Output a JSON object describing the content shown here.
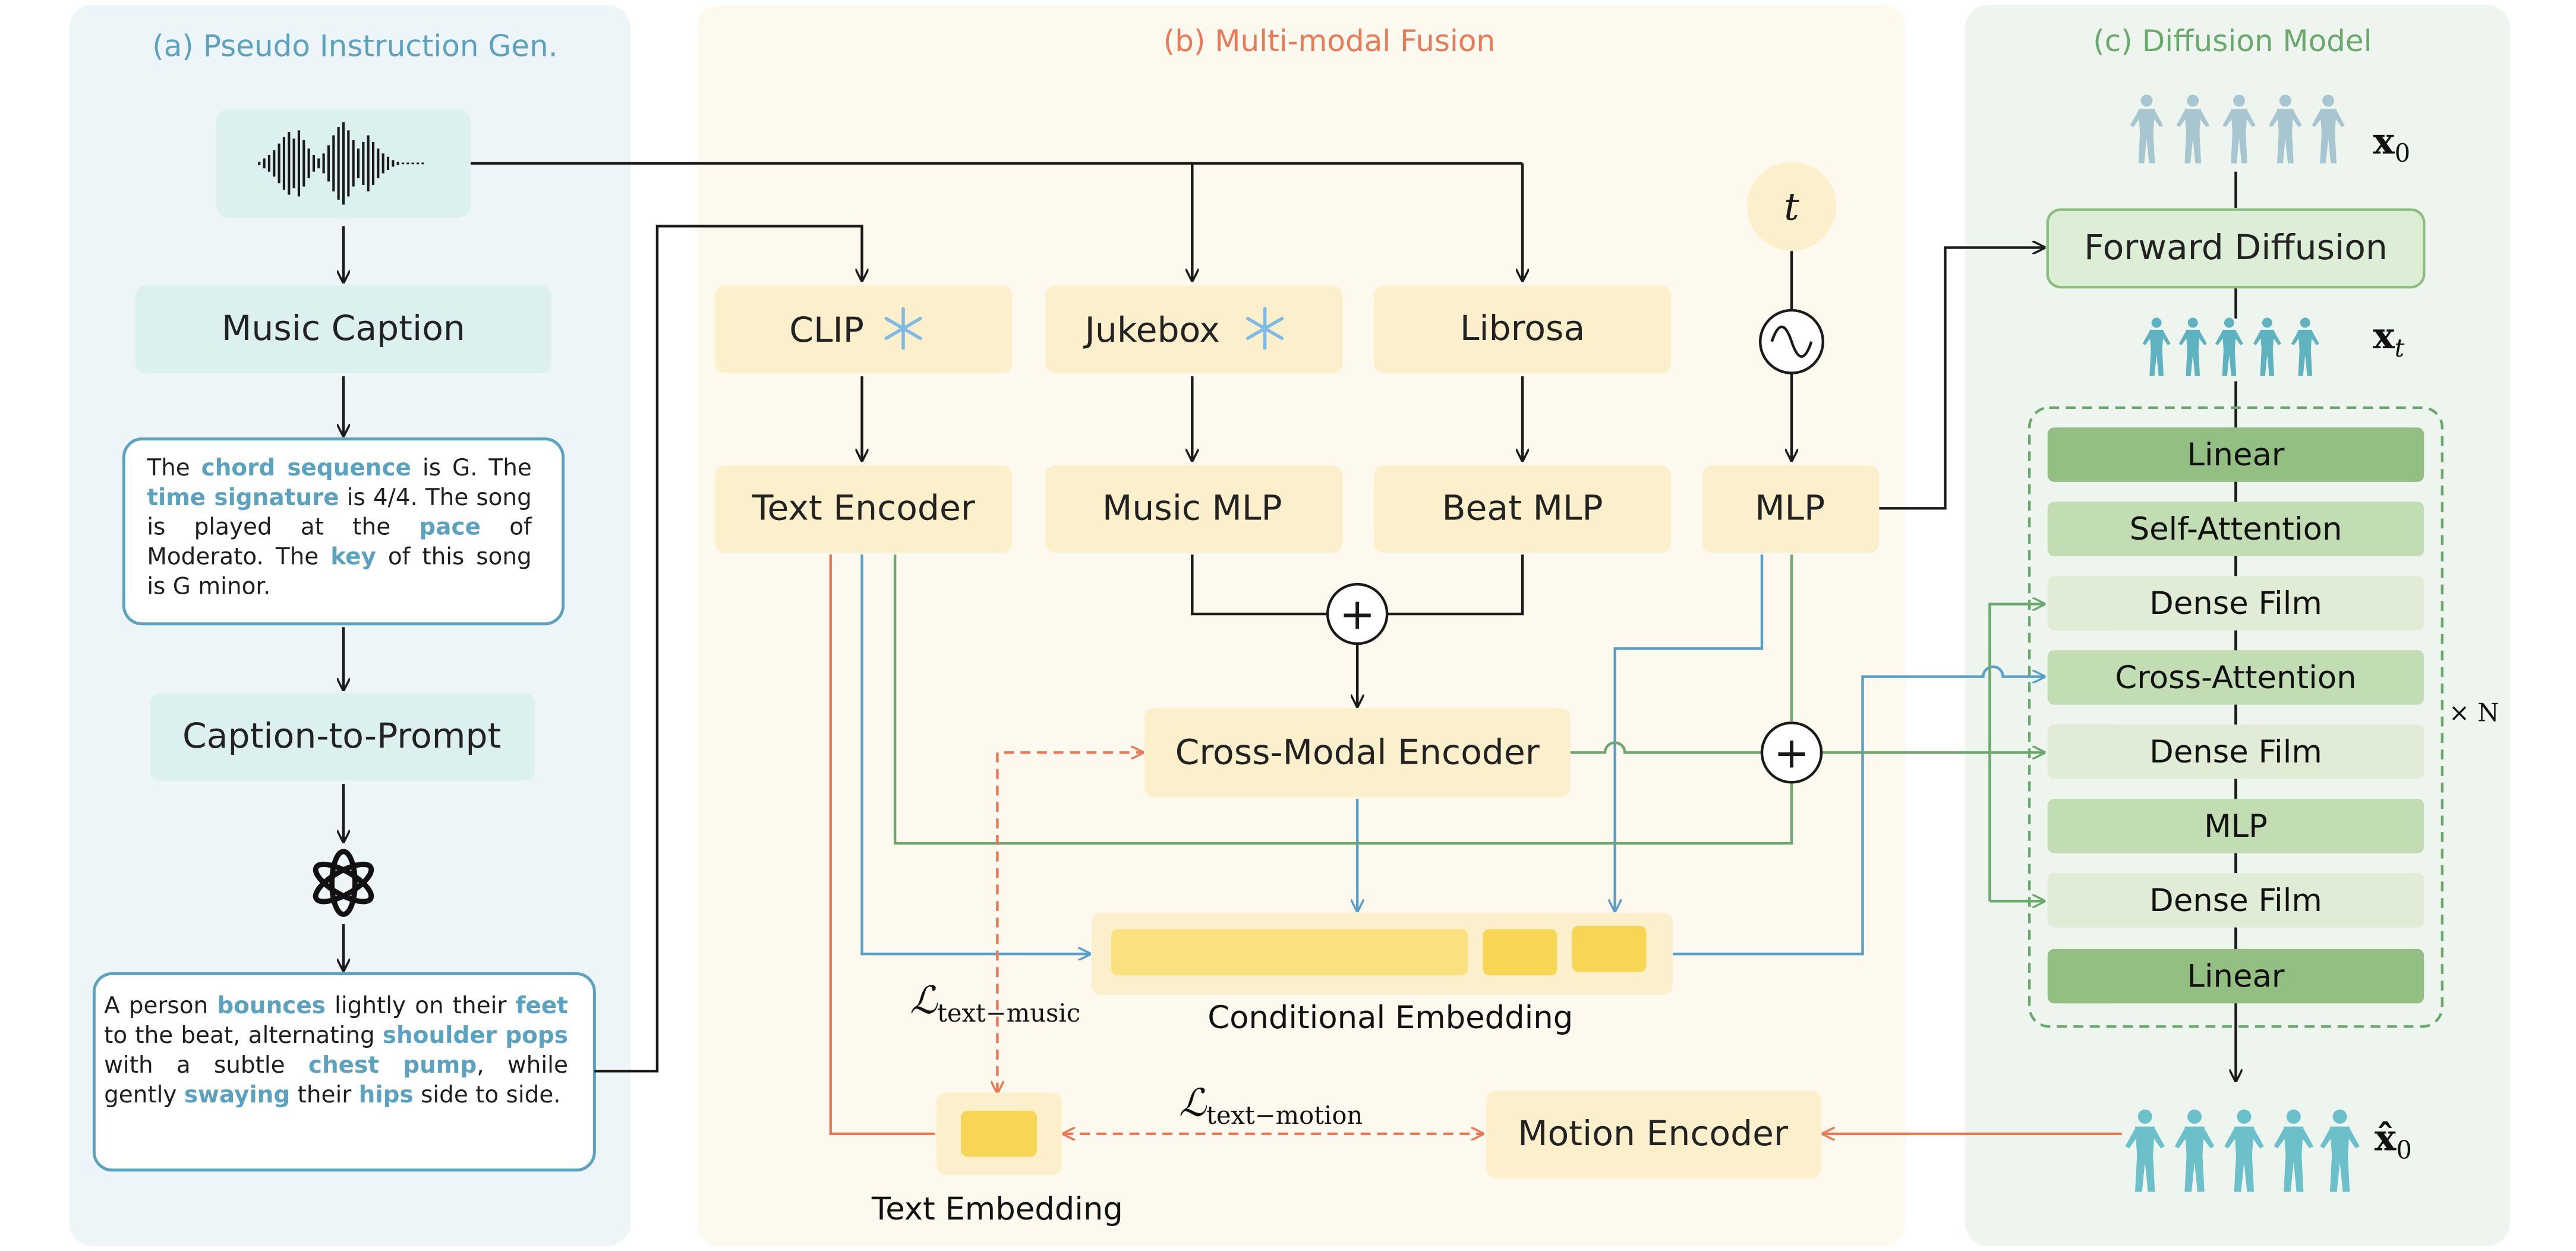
{
  "panels": {
    "a": "(a) Pseudo Instruction Gen.",
    "b": "(b) Multi-modal Fusion",
    "c": "(c) Diffusion Model"
  },
  "panel_a": {
    "music_caption": "Music Caption",
    "caption_box": [
      {
        "t": "The "
      },
      {
        "t": "chord sequence",
        "k": true
      },
      {
        "t": " is G. The "
      },
      {
        "t": "time signature",
        "k": true
      },
      {
        "t": " is 4/4. The song is played at the "
      },
      {
        "t": "pace",
        "k": true
      },
      {
        "t": " of Moderato. The "
      },
      {
        "t": "key",
        "k": true
      },
      {
        "t": " of this song is G minor."
      }
    ],
    "caption_to_prompt": "Caption-to-Prompt",
    "prompt_box": [
      {
        "t": "A person "
      },
      {
        "t": "bounces",
        "k": true
      },
      {
        "t": " lightly on their "
      },
      {
        "t": "feet",
        "k": true
      },
      {
        "t": " to the beat, alternating "
      },
      {
        "t": "shoulder pops",
        "k": true
      },
      {
        "t": " with a subtle "
      },
      {
        "t": "chest pump",
        "k": true
      },
      {
        "t": ", while gently "
      },
      {
        "t": "swaying",
        "k": true
      },
      {
        "t": " their "
      },
      {
        "t": "hips",
        "k": true
      },
      {
        "t": " side to side."
      }
    ]
  },
  "panel_b": {
    "clip": "CLIP",
    "jukebox": "Jukebox",
    "librosa": "Librosa",
    "t_symbol": "t",
    "text_encoder": "Text Encoder",
    "music_mlp": "Music MLP",
    "beat_mlp": "Beat MLP",
    "mlp": "MLP",
    "plus": "+",
    "cross_modal_encoder": "Cross-Modal Encoder",
    "conditional_embedding": "Conditional Embedding",
    "text_embedding": "Text Embedding",
    "motion_encoder": "Motion Encoder",
    "loss_text_music_main": "ℒ",
    "loss_text_music_sub": "text−music",
    "loss_text_motion_main": "ℒ",
    "loss_text_motion_sub": "text−motion"
  },
  "panel_c": {
    "x0": "x",
    "x0_sub": "0",
    "xt": "x",
    "xt_sub": "t",
    "xhat0": "x̂",
    "xhat0_sub": "0",
    "forward_diffusion": "Forward Diffusion",
    "layers": [
      "Linear",
      "Self-Attention",
      "Dense Film",
      "Cross-Attention",
      "Dense Film",
      "MLP",
      "Dense Film",
      "Linear"
    ],
    "times_n": "× N"
  },
  "colors": {
    "panel_a_bg": "#eef5f8",
    "panel_b_bg": "#fdf9ee",
    "panel_c_bg": "#eef5ef",
    "teal_box": "#dcf0f0",
    "teal_stroke": "#5aa2bf",
    "yellow_box": "#fcf0cc",
    "yellow_bar": "#fbe07f",
    "blue_arrow": "#5a9fc7",
    "green_arrow": "#6aa86d",
    "orange_arrow": "#ea7a56",
    "layer_dark": "#93bf82",
    "layer_mid": "#c2dcb3",
    "layer_light": "#e0ecd6",
    "title_a": "#5aa2bf",
    "title_b": "#ea7a56",
    "title_c": "#6aa86d"
  },
  "icons": [
    "waveform-icon",
    "snowflake-icon",
    "sine-wave-icon",
    "openai-logo-icon",
    "human-pose-icon"
  ]
}
